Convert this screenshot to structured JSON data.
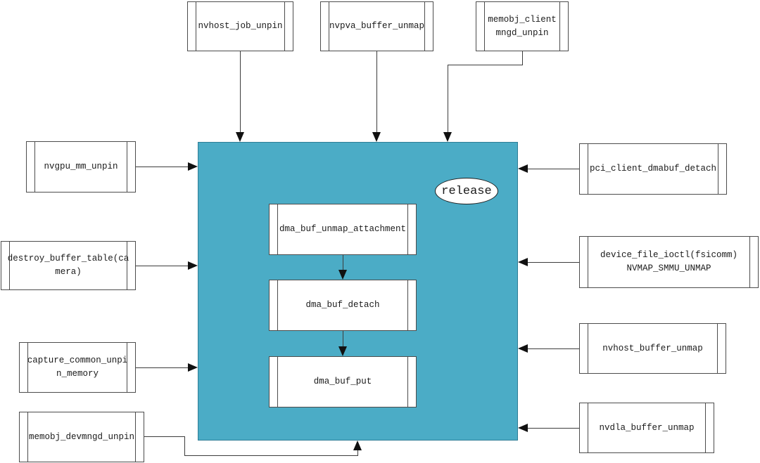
{
  "diagram": {
    "colors": {
      "container_fill": "#4bacc6",
      "container_border": "#2e7d96",
      "box_fill": "#ffffff",
      "box_border": "#4c4c4c",
      "connector_line": "#3c3c3c",
      "arrowhead": "#111111"
    },
    "callers_top": [
      {
        "label": "nvhost_job_unpin"
      },
      {
        "label": "nvpva_buffer_unmap"
      },
      {
        "label": "memobj_client\nmngd_unpin"
      }
    ],
    "callers_left": [
      {
        "label": "nvgpu_mm_unpin"
      },
      {
        "label": "destroy_buffer_table(ca\nmera)"
      },
      {
        "label": "capture_common_unpi\nn_memory"
      },
      {
        "label": "memobj_devmngd_unpin"
      }
    ],
    "callers_right": [
      {
        "label": "pci_client_dmabuf_detach"
      },
      {
        "label": "device_file_ioctl(fsicomm)\nNVMAP_SMMU_UNMAP"
      },
      {
        "label": "nvhost_buffer_unmap"
      },
      {
        "label": "nvdla_buffer_unmap"
      }
    ],
    "container": {
      "label": "release",
      "steps": [
        {
          "label": "dma_buf_unmap_attachment"
        },
        {
          "label": "dma_buf_detach"
        },
        {
          "label": "dma_buf_put"
        }
      ]
    }
  }
}
